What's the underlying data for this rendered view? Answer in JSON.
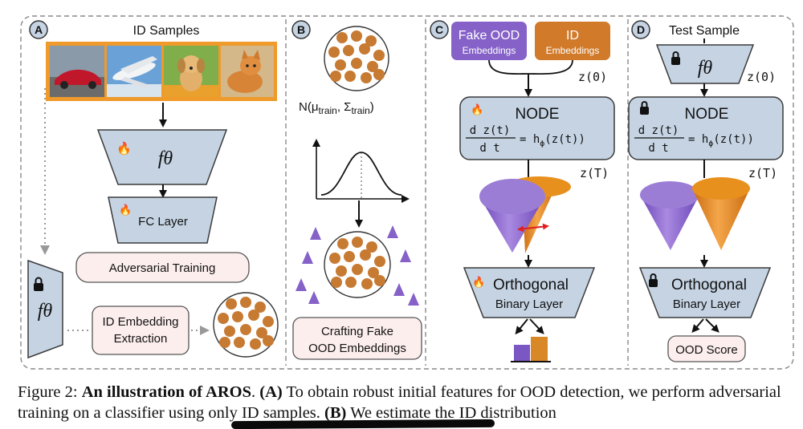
{
  "panels": {
    "A": {
      "letter": "A",
      "title": "ID Samples",
      "encoder": "fθ",
      "fc_layer": "FC Layer",
      "adversarial": "Adversarial Training",
      "frozen_encoder": "fθ",
      "extraction_line1": "ID Embedding",
      "extraction_line2": "Extraction"
    },
    "B": {
      "letter": "B",
      "dist_main": "N(μ",
      "dist_sub1": "train",
      "dist_mid": ", Σ",
      "dist_sub2": "train",
      "dist_end": ")",
      "crafting_line1": "Crafting Fake",
      "crafting_line2": "OOD Embeddings"
    },
    "C": {
      "letter": "C",
      "fake_ood_line1": "Fake OOD",
      "fake_ood_line2": "Embeddings",
      "id_line1": "ID",
      "id_line2": "Embeddings",
      "z0": "z(0)",
      "node": "NODE",
      "eq_num": "d z(t)",
      "eq_den": "d t",
      "eq_rhs": "= h",
      "eq_phi": "ϕ",
      "eq_arg": "(z(t))",
      "zT": "z(T)",
      "orth_line1": "Orthogonal",
      "orth_line2": "Binary Layer"
    },
    "D": {
      "letter": "D",
      "title": "Test Sample",
      "encoder": "fθ",
      "z0": "z(0)",
      "node": "NODE",
      "eq_num": "d z(t)",
      "eq_den": "d t",
      "eq_rhs": "= h",
      "eq_phi": "ϕ",
      "eq_arg": "(z(t))",
      "zT": "z(T)",
      "orth_line1": "Orthogonal",
      "orth_line2": "Binary Layer",
      "score": "OOD Score"
    }
  },
  "images": [
    {
      "subject": "red car"
    },
    {
      "subject": "airplane"
    },
    {
      "subject": "dog"
    },
    {
      "subject": "cat"
    }
  ],
  "colors": {
    "blockFill": "#c5d3e3",
    "blockStroke": "#3a3a3a",
    "orangeDot": "#c77a32",
    "purple": "#8561c8",
    "orangeCone": "#e0851e",
    "pinkBox": "#fdeeee",
    "imageBorder": "#ef9a2a"
  },
  "caption": {
    "label": "Figure 2: ",
    "bold_title": "An illustration of AROS",
    "part1": ". ",
    "A_tag": "(A)",
    "part2": " To obtain robust initial features for OOD detection, we perform adversarial training on a classifier using only ID samples. ",
    "B_tag": "(B)",
    "part3": " We estimate the ID distribution"
  }
}
